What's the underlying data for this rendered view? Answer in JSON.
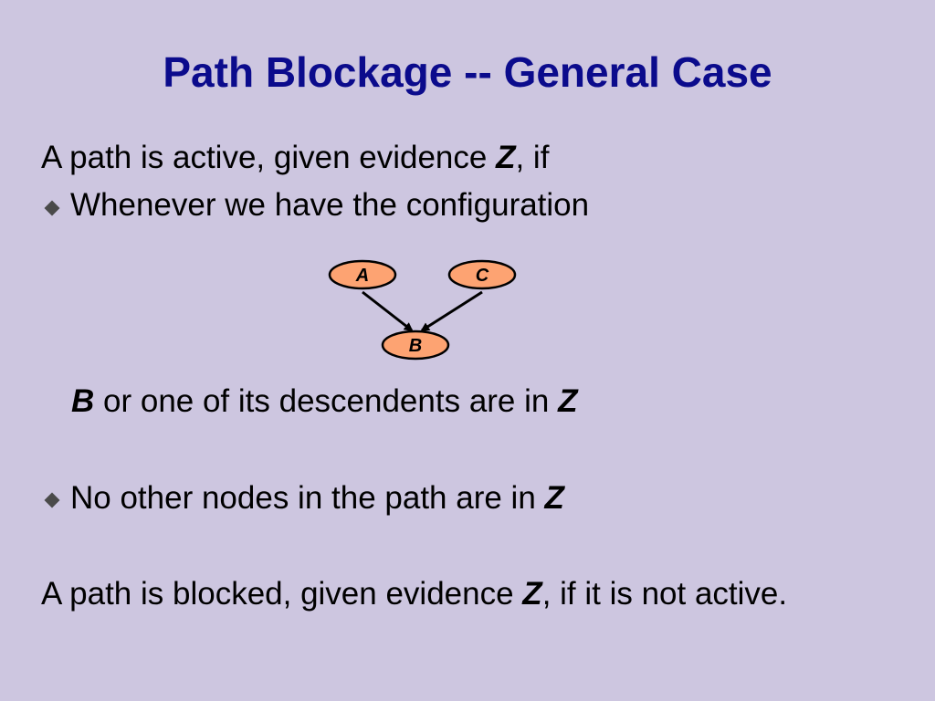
{
  "slide": {
    "title": "Path Blockage -- General Case",
    "intro": {
      "prefix": "A path is active, given evidence ",
      "var": "Z",
      "suffix": ", if"
    },
    "bullet1": "Whenever we have the configuration",
    "condition": {
      "var_b": "B",
      "middle": " or one of its descendents are in ",
      "var_z": "Z"
    },
    "bullet2": {
      "text": "No other nodes in the path are in ",
      "var": "Z"
    },
    "conclusion": {
      "prefix": "A path is blocked, given evidence ",
      "var": "Z",
      "suffix": ", if it is not active."
    }
  },
  "diagram": {
    "nodes": [
      {
        "id": "A",
        "label": "A"
      },
      {
        "id": "C",
        "label": "C"
      },
      {
        "id": "B",
        "label": "B"
      }
    ],
    "edges": [
      {
        "from": "A",
        "to": "B"
      },
      {
        "from": "C",
        "to": "B"
      }
    ],
    "colors": {
      "node_fill": "#fda372",
      "node_stroke": "#000000",
      "background": "#cdc6e0",
      "title": "#0b0b8c"
    }
  }
}
